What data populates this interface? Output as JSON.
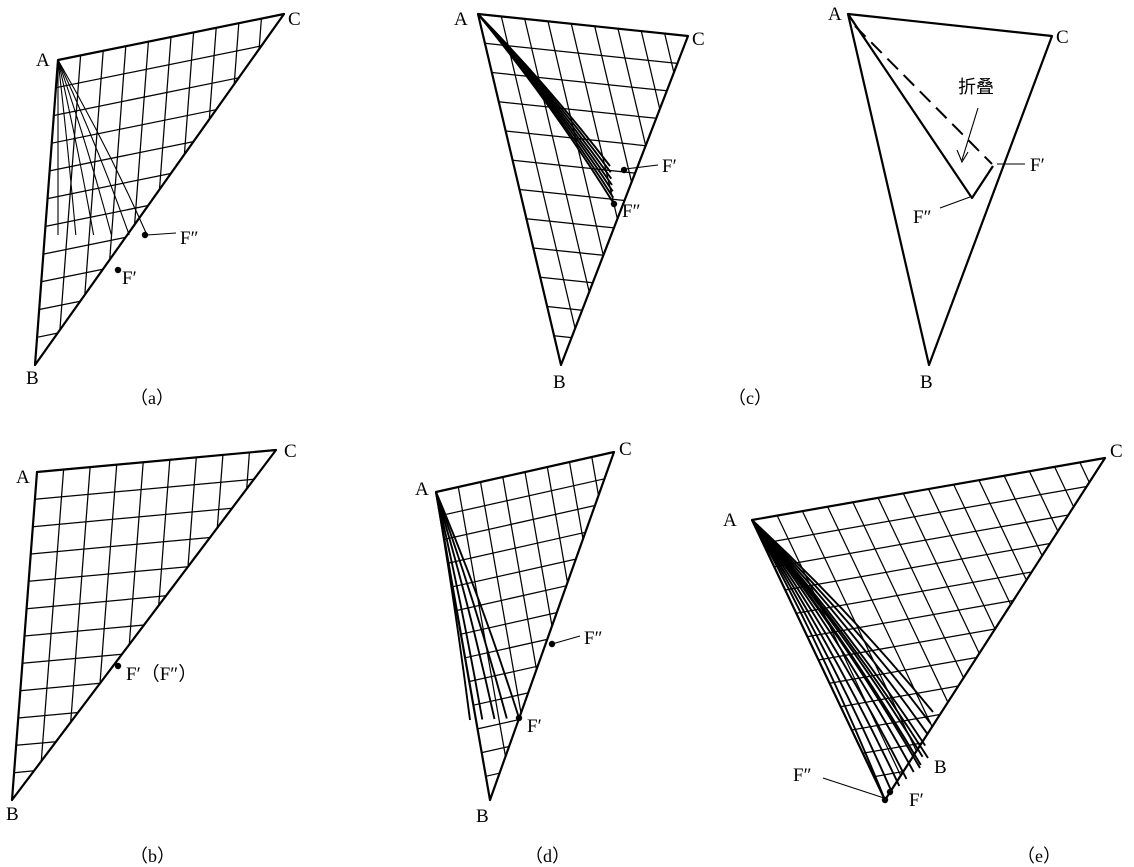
{
  "panels": [
    {
      "id": "a",
      "caption": "（a）",
      "vertices": {
        "A": "A",
        "B": "B",
        "C": "C"
      },
      "points": [
        "F′",
        "F″"
      ]
    },
    {
      "id": "b",
      "caption": "（b）",
      "vertices": {
        "A": "A",
        "B": "B",
        "C": "C"
      },
      "points": [
        "F′（F″）"
      ]
    },
    {
      "id": "c",
      "caption": "（c）",
      "vertices": {
        "A": "A",
        "B": "B",
        "C": "C"
      },
      "points": [
        "F′",
        "F″"
      ],
      "note": "折叠"
    },
    {
      "id": "d",
      "caption": "（d）",
      "vertices": {
        "A": "A",
        "B": "B",
        "C": "C"
      },
      "points": [
        "F″",
        "F′"
      ]
    },
    {
      "id": "e",
      "caption": "（e）",
      "vertices": {
        "A": "A",
        "B": "B",
        "C": "C"
      },
      "points": [
        "F″",
        "F′"
      ]
    },
    {
      "id": "f",
      "caption": "（e）",
      "vertices": {
        "A": "A",
        "B": "B",
        "C": "C"
      },
      "points": [
        "F″",
        "F′"
      ]
    }
  ],
  "style": {
    "ink": "#000000",
    "paper": "#ffffff"
  }
}
